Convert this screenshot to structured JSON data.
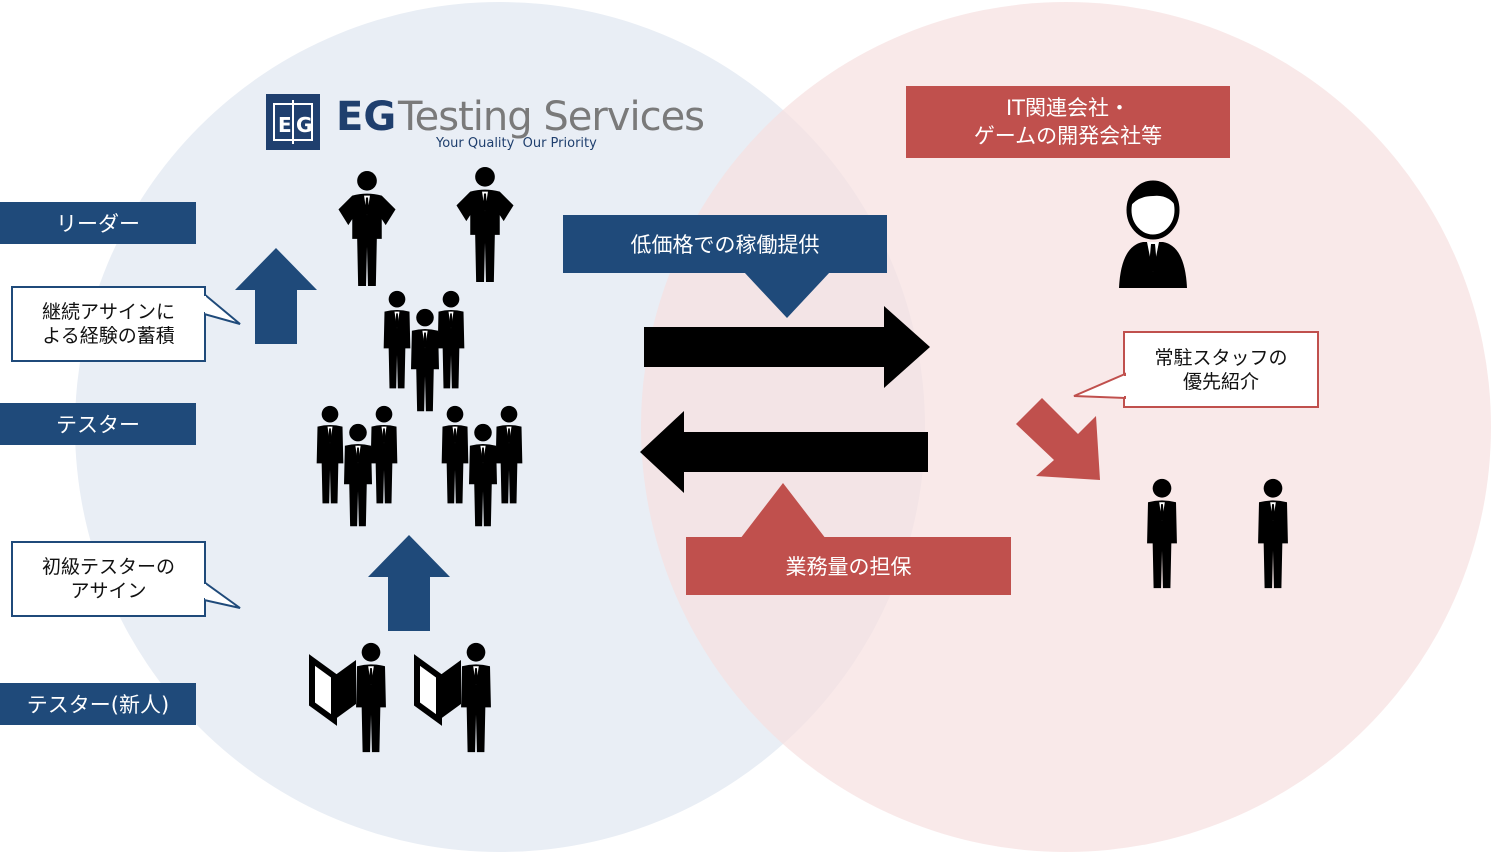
{
  "logo": {
    "mark": "EG",
    "brand_eg": "EG",
    "brand_rest": "Testing Services",
    "tagline": "Your Quality  Our Priority"
  },
  "left_labels": {
    "leader": "リーダー",
    "tester": "テスター",
    "tester_new": "テスター(新人)"
  },
  "callouts": {
    "continuous": "継続アサインに\nよる経験の蓄積",
    "beginner": "初級テスターの\nアサイン",
    "priority": "常駐スタッフの\n優先紹介"
  },
  "client_box": "IT関連会社・\nゲームの開発会社等",
  "flow": {
    "provide": "低価格での稼働提供",
    "guarantee": "業務量の担保"
  },
  "colors": {
    "navy": "#1f4a7a",
    "red": "#c0504d",
    "left_circle": "#e9eef5",
    "right_circle": "#f7e7e7"
  }
}
